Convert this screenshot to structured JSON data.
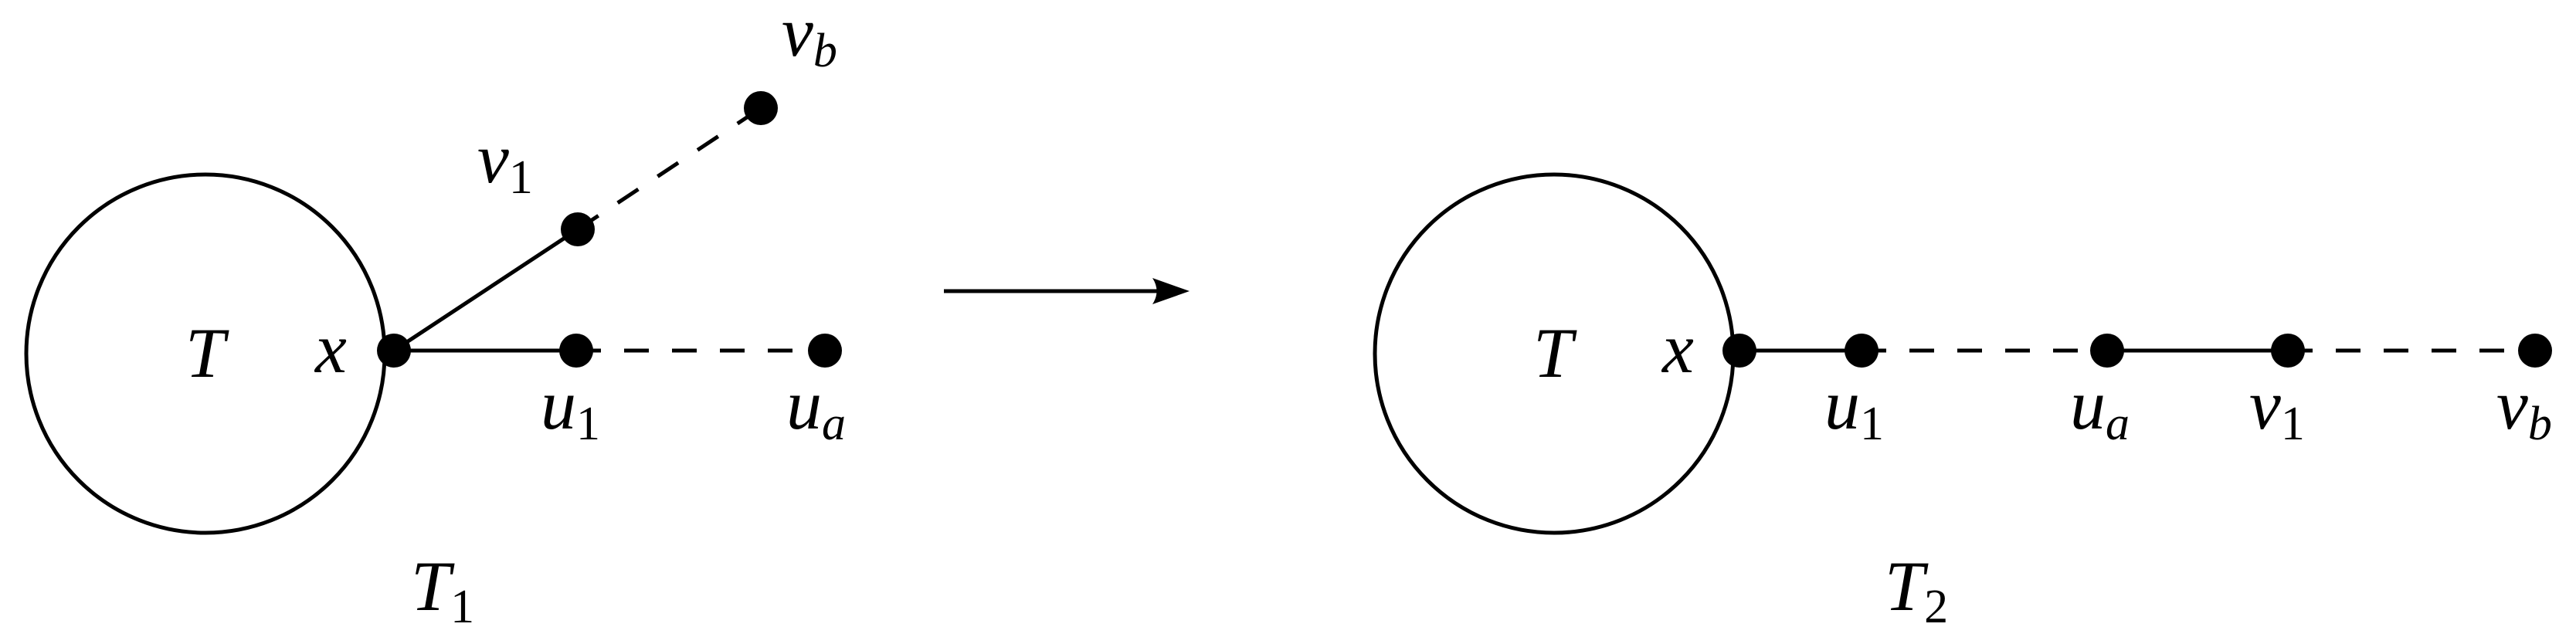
{
  "left": {
    "circle_label": "T",
    "x_label": "x",
    "v1": {
      "base": "v",
      "sub": "1"
    },
    "vb": {
      "base": "v",
      "sub": "b"
    },
    "u1": {
      "base": "u",
      "sub": "1"
    },
    "ua": {
      "base": "u",
      "sub": "a"
    },
    "caption": {
      "base": "T",
      "sub": "1"
    }
  },
  "right": {
    "circle_label": "T",
    "x_label": "x",
    "u1": {
      "base": "u",
      "sub": "1"
    },
    "ua": {
      "base": "u",
      "sub": "a"
    },
    "v1": {
      "base": "v",
      "sub": "1"
    },
    "vb": {
      "base": "v",
      "sub": "b"
    },
    "caption": {
      "base": "T",
      "sub": "2"
    }
  }
}
